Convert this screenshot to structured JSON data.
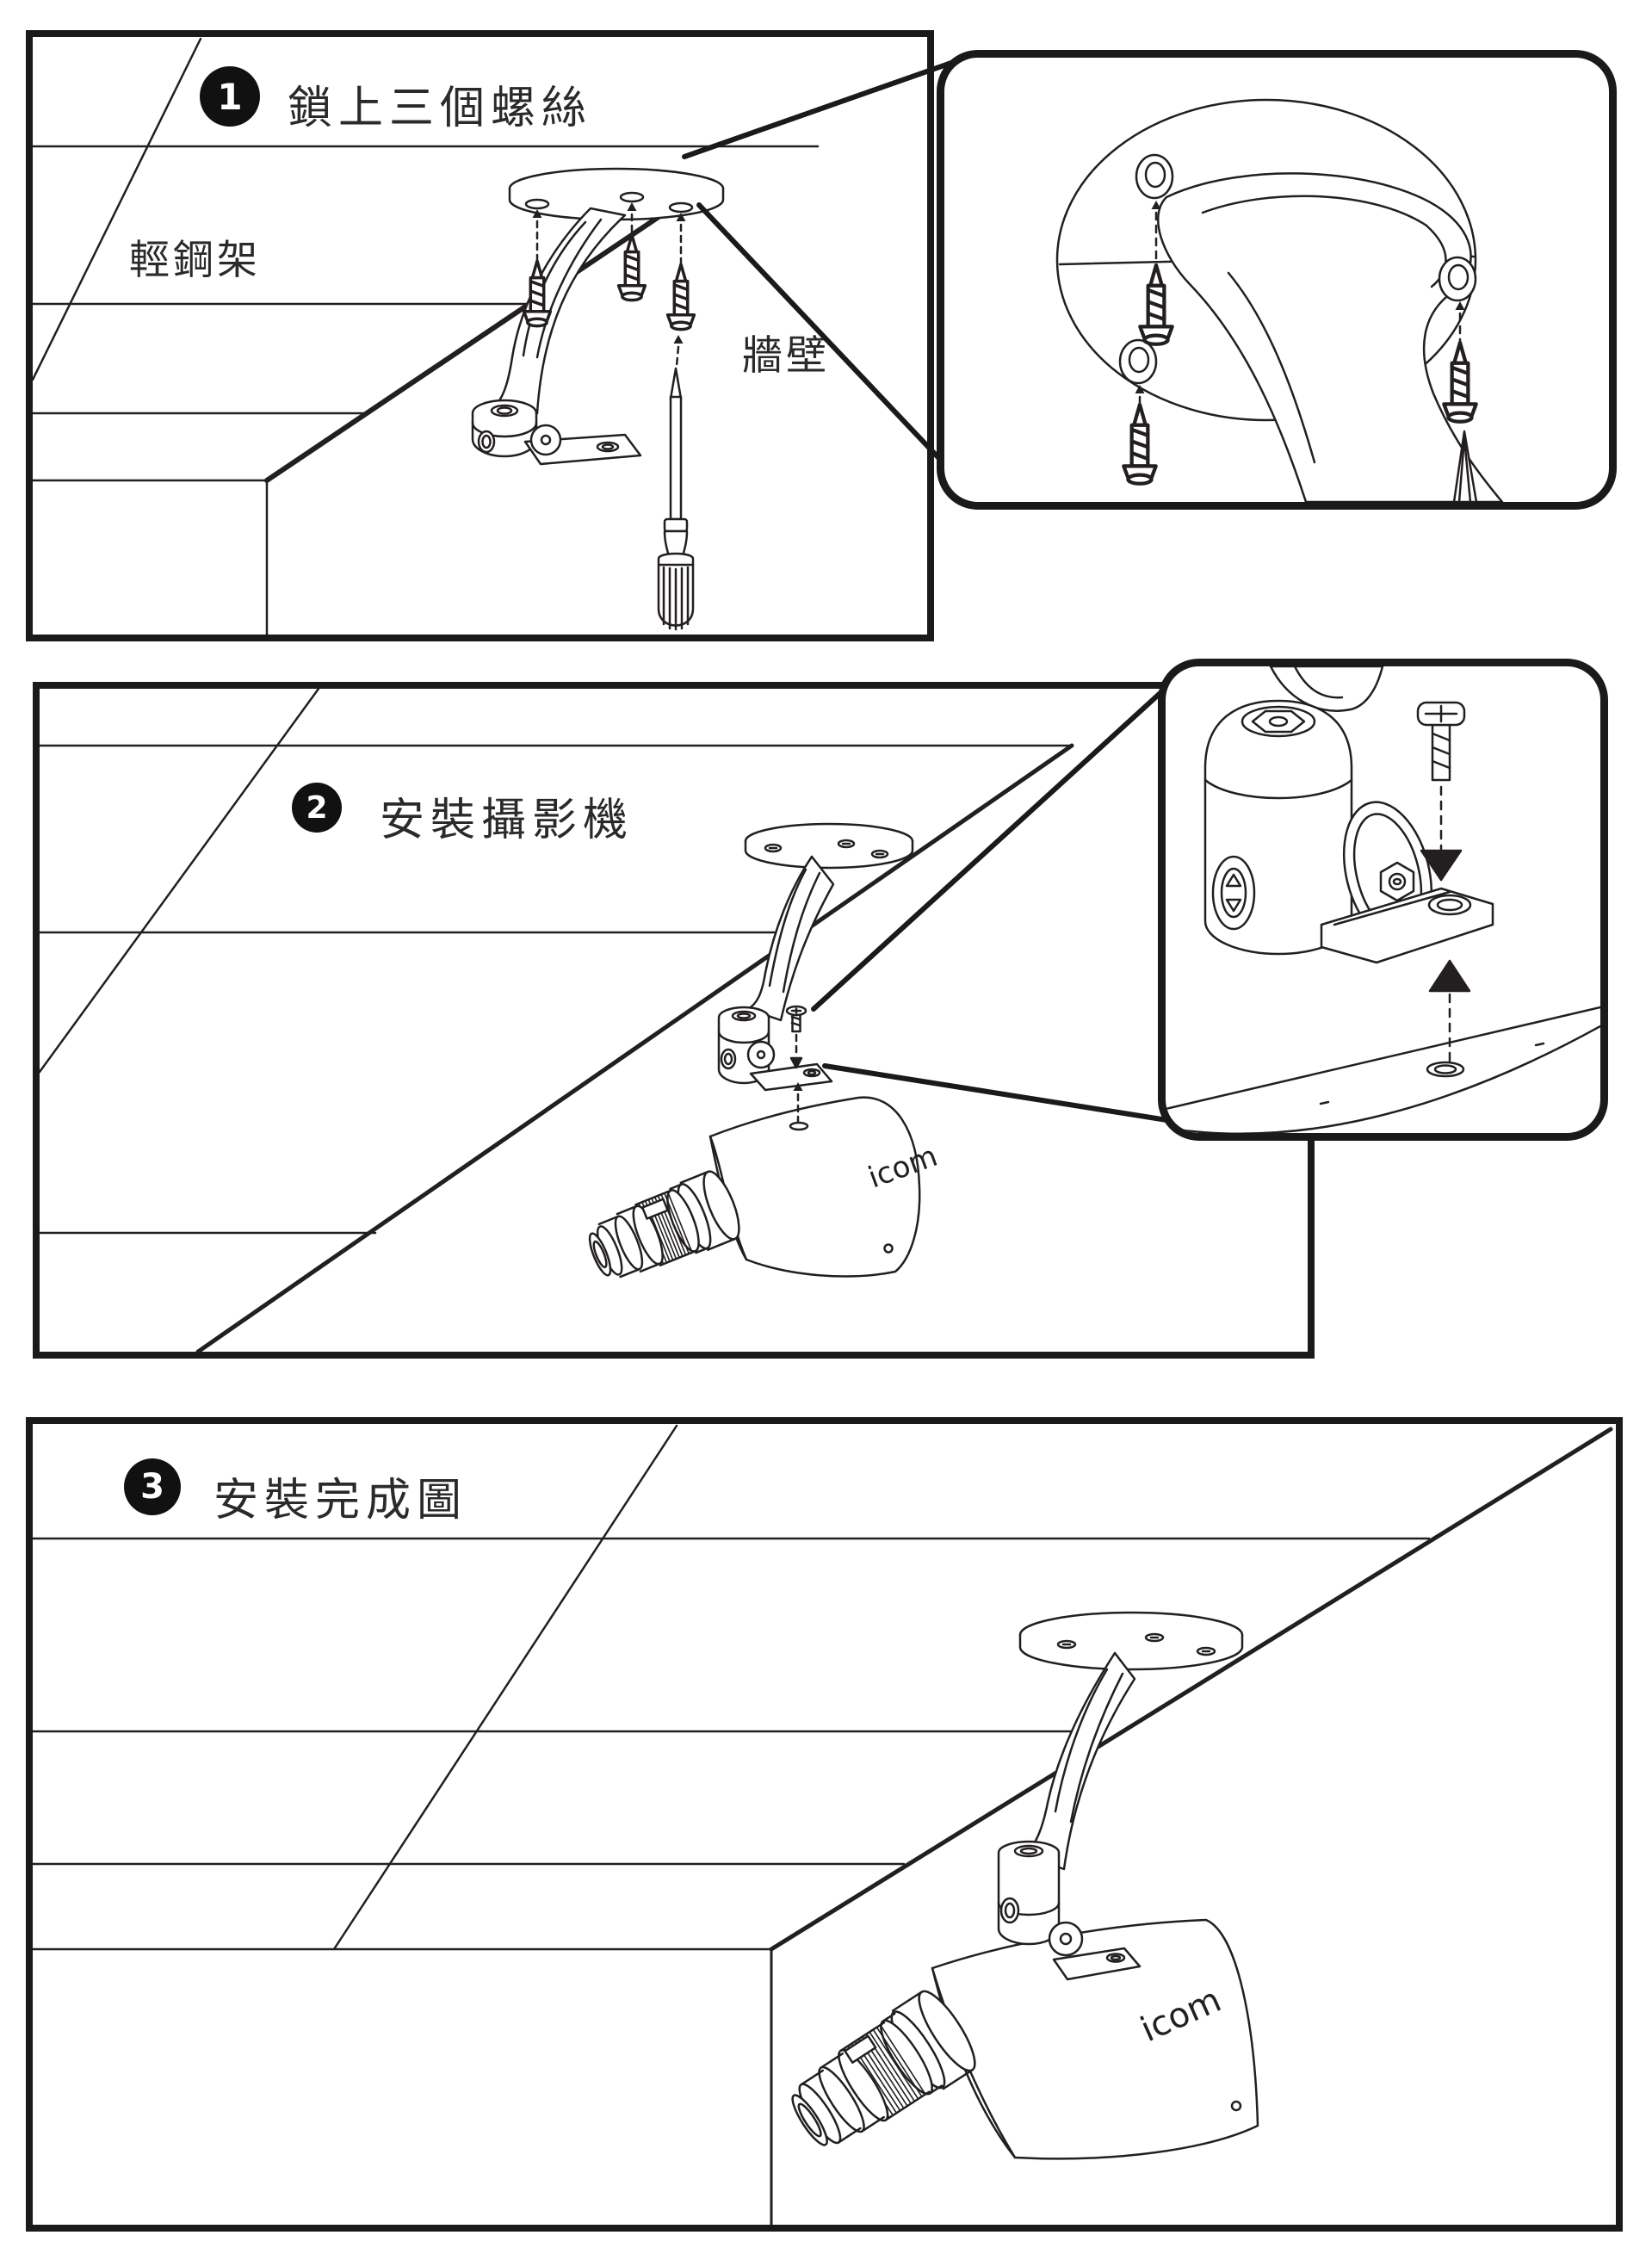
{
  "page": {
    "background": "#ffffff",
    "line_color": "#231f20",
    "border_color": "#1a1a1a"
  },
  "steps": [
    {
      "number": "1",
      "title": "鎖上三個螺絲",
      "labels": {
        "ceiling": "輕鋼架",
        "wall": "牆壁"
      }
    },
    {
      "number": "2",
      "title": "安裝攝影機",
      "camera_logo": "icom"
    },
    {
      "number": "3",
      "title": "安裝完成圖",
      "camera_logo": "icom"
    }
  ]
}
